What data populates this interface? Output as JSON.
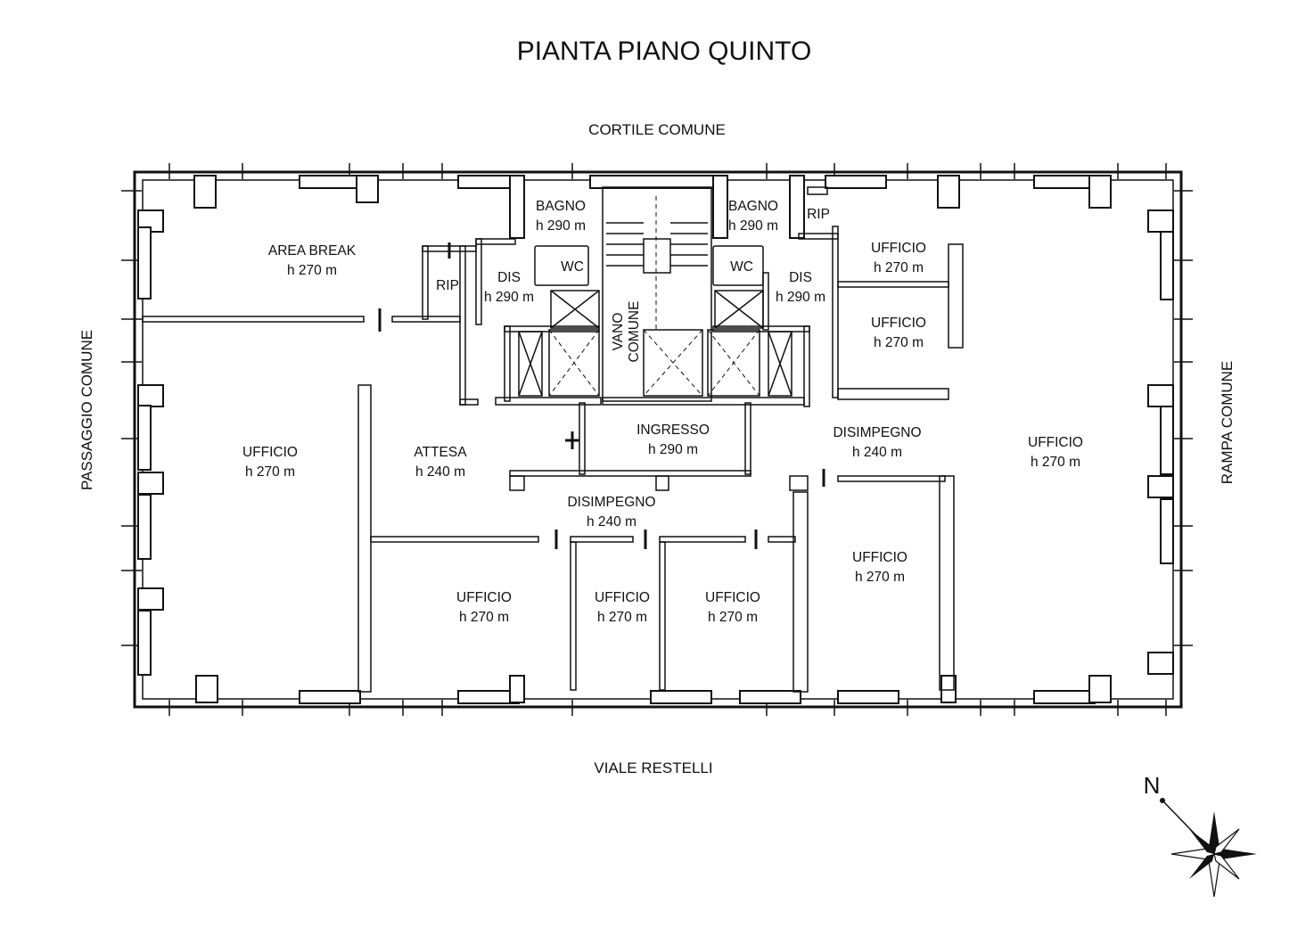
{
  "title": "PIANTA PIANO QUINTO",
  "surroundings": {
    "north": "CORTILE COMUNE",
    "south": "VIALE RESTELLI",
    "west": "PASSAGGIO COMUNE",
    "east": "RAMPA COMUNE"
  },
  "compass": {
    "label": "N"
  },
  "rooms": [
    {
      "id": "area-break",
      "name": "AREA BREAK",
      "height": "h 270 m"
    },
    {
      "id": "rip-left",
      "name": "RIP",
      "height": ""
    },
    {
      "id": "bagno-left",
      "name": "BAGNO",
      "height": "h 290 m"
    },
    {
      "id": "wc-left",
      "name": "WC",
      "height": ""
    },
    {
      "id": "dis-left",
      "name": "DIS",
      "height": "h 290 m"
    },
    {
      "id": "vano-comune",
      "name": "VANO",
      "height": "COMUNE"
    },
    {
      "id": "bagno-right",
      "name": "BAGNO",
      "height": "h 290 m"
    },
    {
      "id": "wc-right",
      "name": "WC",
      "height": ""
    },
    {
      "id": "dis-right",
      "name": "DIS",
      "height": "h 290 m"
    },
    {
      "id": "rip-right",
      "name": "RIP",
      "height": ""
    },
    {
      "id": "ufficio-ne-1",
      "name": "UFFICIO",
      "height": "h 270 m"
    },
    {
      "id": "ufficio-ne-2",
      "name": "UFFICIO",
      "height": "h 270 m"
    },
    {
      "id": "ufficio-west",
      "name": "UFFICIO",
      "height": "h 270 m"
    },
    {
      "id": "attesa",
      "name": "ATTESA",
      "height": "h 240 m"
    },
    {
      "id": "ingresso",
      "name": "INGRESSO",
      "height": "h 290 m"
    },
    {
      "id": "disimpegno-east",
      "name": "DISIMPEGNO",
      "height": "h 240 m"
    },
    {
      "id": "ufficio-east",
      "name": "UFFICIO",
      "height": "h 270 m"
    },
    {
      "id": "disimpegno-center",
      "name": "DISIMPEGNO",
      "height": "h 240 m"
    },
    {
      "id": "ufficio-south-1",
      "name": "UFFICIO",
      "height": "h 270 m"
    },
    {
      "id": "ufficio-south-2",
      "name": "UFFICIO",
      "height": "h 270 m"
    },
    {
      "id": "ufficio-south-3",
      "name": "UFFICIO",
      "height": "h 270 m"
    },
    {
      "id": "ufficio-south-4",
      "name": "UFFICIO",
      "height": "h 270 m"
    }
  ]
}
